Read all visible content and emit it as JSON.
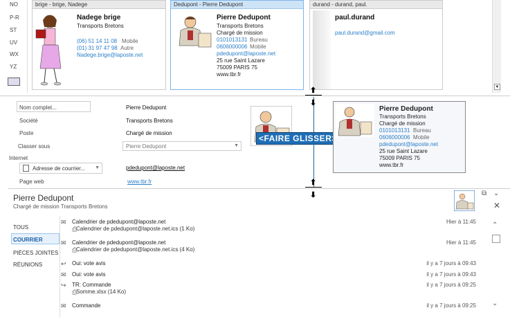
{
  "alphabet": [
    "NO",
    "P-R",
    "ST",
    "UV",
    "WX",
    "YZ"
  ],
  "cards": [
    {
      "header": "brige - brige, Nadege",
      "name": "Nadege brige",
      "company": "Transports Bretons",
      "phone1": "(06) 51 14 11 08",
      "phone1_label": "Mobile",
      "phone2": "(01) 31 97 47 98",
      "phone2_label": "Autre",
      "email": "Nadege.brige@laposte.net"
    },
    {
      "header": "Dedupont - Pierre Dedupont",
      "name": "Pierre Dedupont",
      "company": "Transports Bretons",
      "title": "Chargé de mission",
      "phone1": "0101013131",
      "phone1_label": "Bureau",
      "phone2": "0606000006",
      "phone2_label": "Mobile",
      "email": "pdedupont@laposte.net",
      "street": "25 rue Saint Lazare",
      "city": "75009  PARIS  75",
      "web": "www.tbr.fr"
    },
    {
      "header": "durand - durand, paul.",
      "name": "paul.durand",
      "email": "paul.durand@gmail.com"
    }
  ],
  "form": {
    "fullname_label": "Nom complet...",
    "fullname": "Pierre Dedupont",
    "company_label": "Société",
    "company": "Transports Bretons",
    "job_label": "Poste",
    "job": "Chargé de mission",
    "fileas_label": "Classer sous",
    "fileas": "Pierre Dedupont",
    "internet_label": "Internet",
    "email_btn": "Adresse de courrier...",
    "email": "pdedupont@laposte.net",
    "web_label": "Page web",
    "web": "www.tbr.fr"
  },
  "bigcard": {
    "name": "Pierre Dedupont",
    "company": "Transports Bretons",
    "title": "Chargé de mission",
    "phone1": "0101013131",
    "phone1_label": "Bureau",
    "phone2": "0606000006",
    "phone2_label": "Mobile",
    "email": "pdedupont@laposte.net",
    "street": "25 rue Saint Lazare",
    "city": "75009  PARIS  75",
    "web": "www.tbr.fr"
  },
  "drag_text": "<FAIRE GLISSER>",
  "person": {
    "name": "Pierre Dedupont",
    "subtitle": "Chargé de mission  Transports Bretons"
  },
  "nav": [
    "TOUS",
    "COURRIER",
    "PIÈCES JOINTES",
    "RÉUNIONS"
  ],
  "messages": [
    {
      "title": "Calendrier de pdedupont@laposte.net",
      "attach": "Calendrier de pdedupont@laposte.net.ics (1 Ko)",
      "date": "Hier à 11:45"
    },
    {
      "title": "Calendrier de pdedupont@laposte.net",
      "attach": "Calendrier de pdedupont@laposte.net.ics (4 Ko)",
      "date": "Hier à 11:45"
    },
    {
      "title": "Oui: vote avis",
      "attach": "",
      "date": "il y a 7 jours à 09:43"
    },
    {
      "title": "Oui: vote avis",
      "attach": "",
      "date": "il y a 7 jours à 09:43"
    },
    {
      "title": "TR: Commande",
      "attach": "Somme.xlsx (14 Ko)",
      "date": "il y a 7 jours à 09:25"
    },
    {
      "title": "Commande",
      "attach": "",
      "date": "il y a 7 jours à 09:25"
    }
  ]
}
